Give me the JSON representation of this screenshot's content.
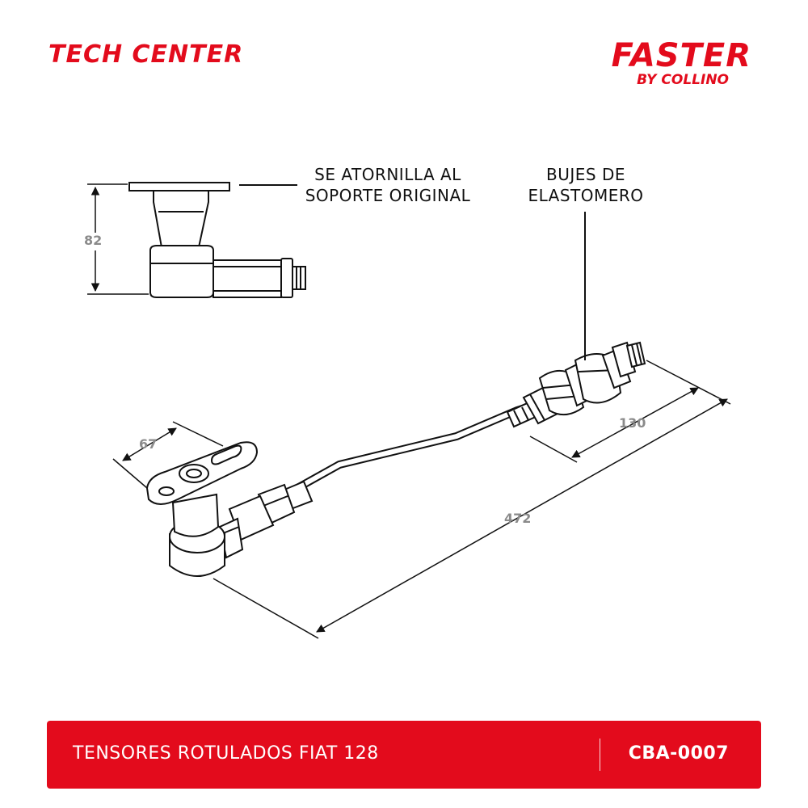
{
  "header": {
    "left_brand": "TECH CENTER",
    "right_brand": "FASTER",
    "right_brand_sub": "BY COLLINO"
  },
  "callouts": {
    "mount": [
      "SE ATORNILLA AL",
      "SOPORTE ORIGINAL"
    ],
    "bushings": [
      "BUJES DE",
      "ELASTOMERO"
    ]
  },
  "dimensions": {
    "height": "82",
    "plate_width": "67",
    "total_length": "472",
    "bushing_length": "130"
  },
  "footer": {
    "title": "TENSORES ROTULADOS FIAT 128",
    "code": "CBA-0007"
  },
  "colors": {
    "accent": "#e30b1c",
    "dimension": "#8a8a8a",
    "line": "#111111"
  }
}
